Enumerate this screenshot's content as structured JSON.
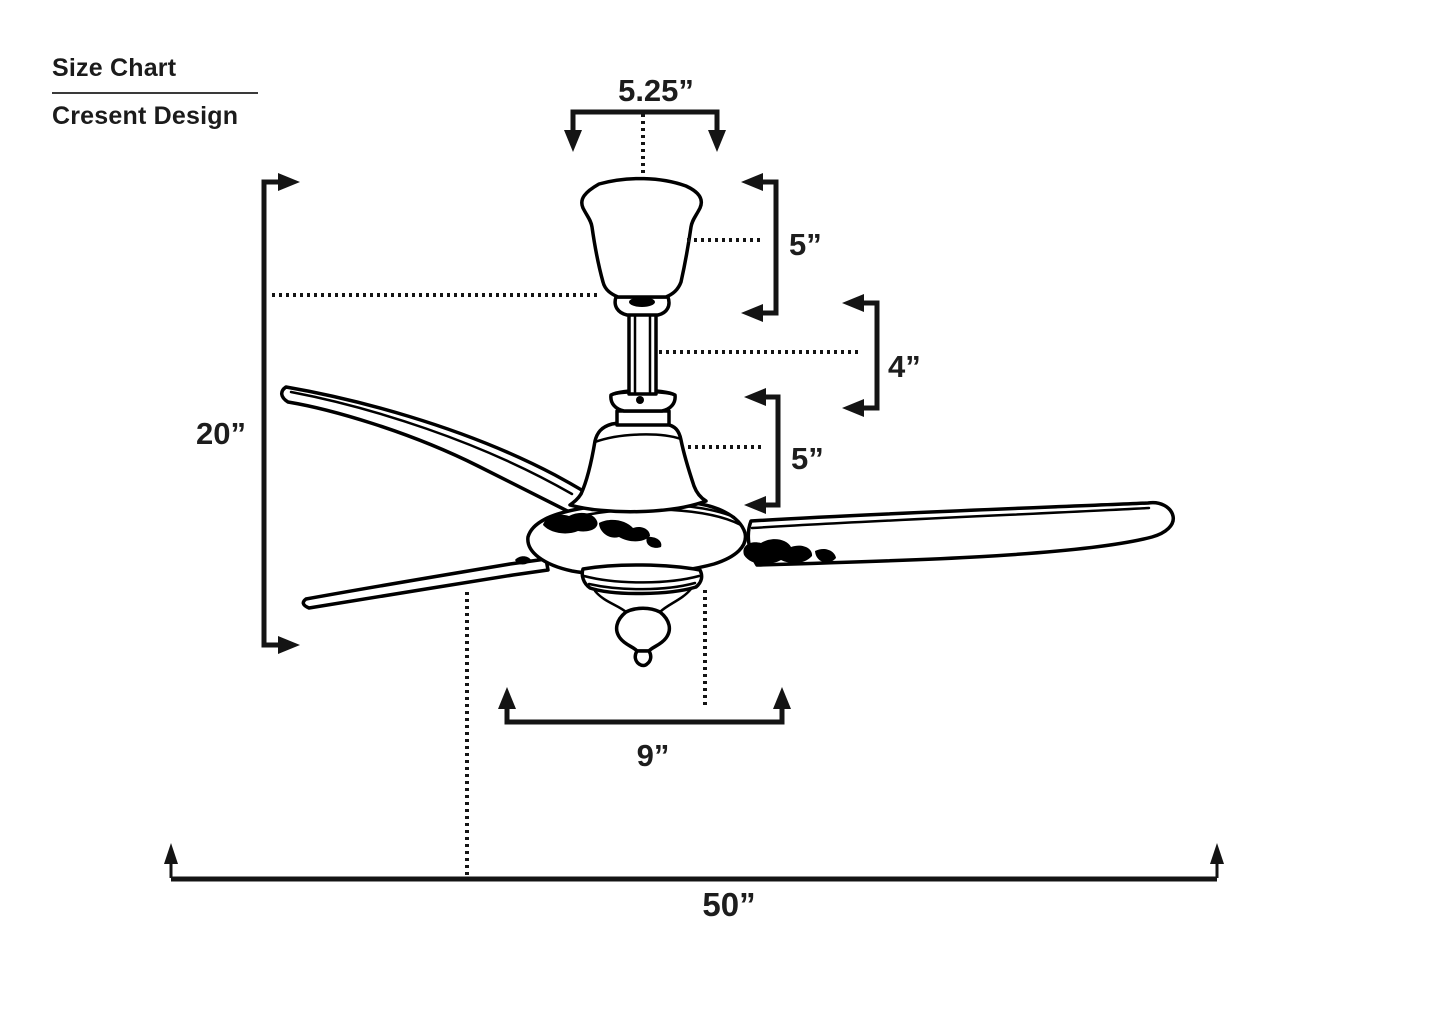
{
  "title": {
    "heading": "Size Chart",
    "subheading": "Cresent Design"
  },
  "dimensions": {
    "mount_width": "5.25”",
    "canopy_height": "5”",
    "downrod_length": "4”",
    "motor_height": "5”",
    "total_height": "20”",
    "body_width": "9”",
    "blade_span": "50”"
  },
  "colors": {
    "ink": "#141414",
    "background": "#ffffff"
  }
}
